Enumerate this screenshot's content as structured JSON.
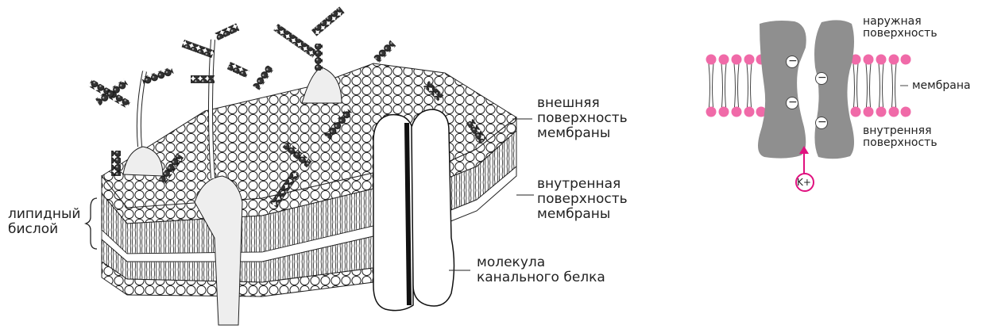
{
  "left_diagram": {
    "labels": {
      "outer_surface": "внешняя\nповерхность\nмембраны",
      "inner_surface": "внутренная\nповерхность\nмембраны",
      "lipid_bilayer": "липидный\nбислой",
      "channel_protein": "молекула\nканального белка"
    }
  },
  "right_diagram": {
    "labels": {
      "outer_surface": "наружная\nповерхность",
      "membrane": "мембрана",
      "inner_surface": "внутренняя\nповерхность",
      "ion": "K+",
      "charge": "−"
    },
    "colors": {
      "lipid_head": "#f06aa8",
      "protein": "#8f8f8f",
      "arrow": "#e0117f"
    }
  }
}
